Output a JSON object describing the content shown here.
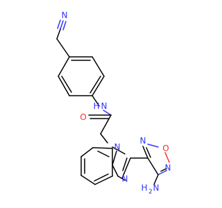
{
  "colors": {
    "carbon": "#000000",
    "nitrogen": "#3333ff",
    "oxygen": "#ff2a2a",
    "background": "#ffffff"
  },
  "atom_labels": {
    "nitrile_n": "N",
    "amide_nh": "N",
    "amide_h": "H",
    "carbonyl_o": "O",
    "benzimidazole_n1": "N",
    "benzimidazole_n3": "N",
    "oxadiazole_n_upper": "N",
    "oxadiazole_o": "O",
    "oxadiazole_n_lower": "N",
    "amino_h2n": "H",
    "amino_2": "2",
    "amino_n": "N"
  }
}
